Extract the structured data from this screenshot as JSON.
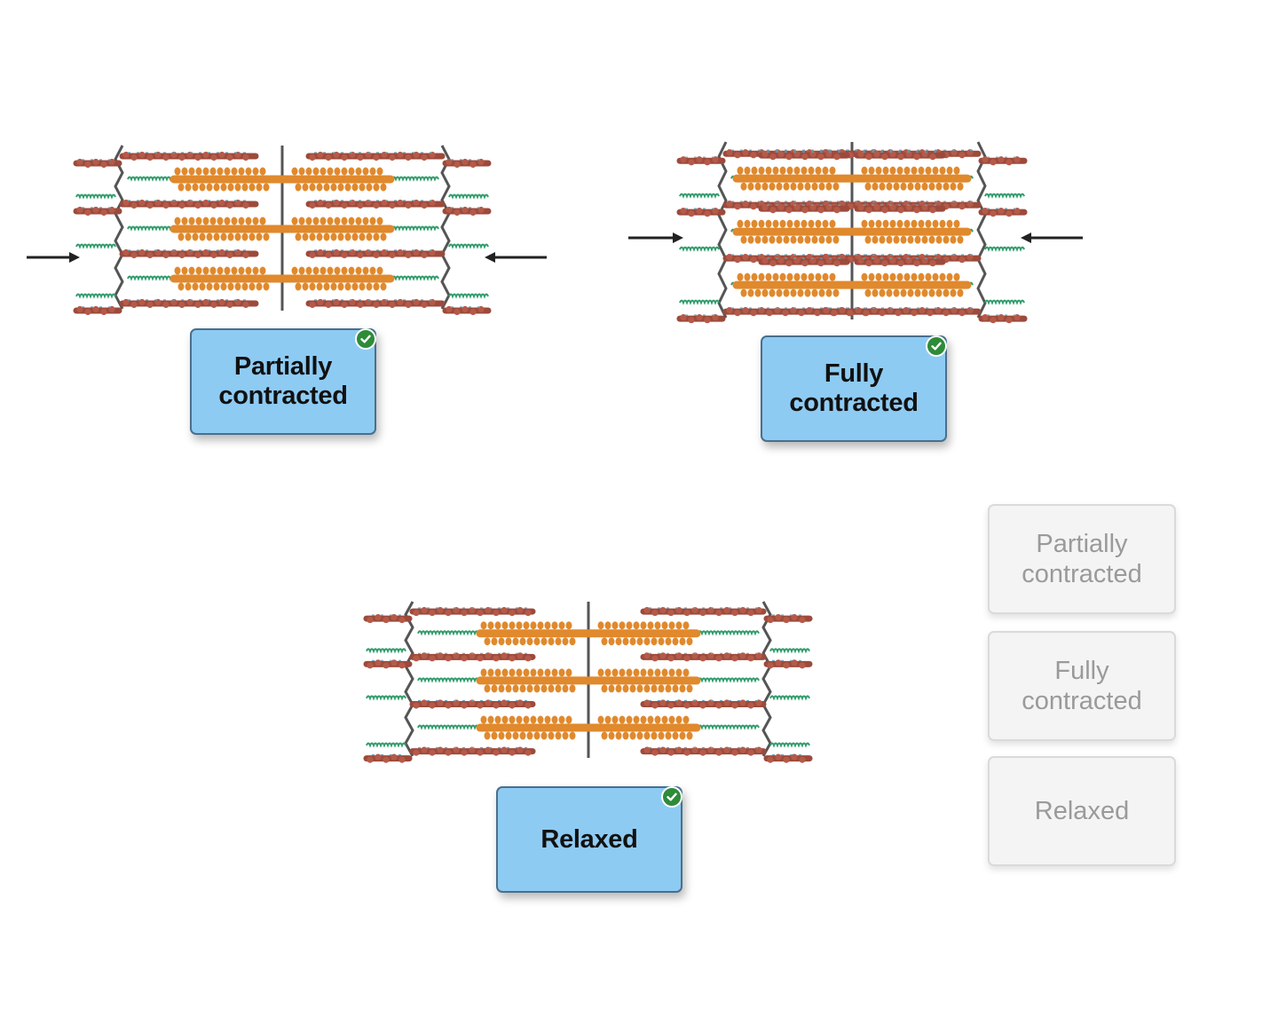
{
  "colors": {
    "drop_box_fill": "#8ecbf3",
    "drop_box_border": "#4a6f8c",
    "check_green": "#2e8b3a",
    "tile_fill": "#f4f4f4",
    "tile_text": "#9a9a9a",
    "myosin": "#e0892d",
    "actin": "#9c4a3c",
    "titin": "#2f9b6a",
    "z_disc": "#555555"
  },
  "diagrams": [
    {
      "state": "partially-contracted",
      "drop_box": {
        "label": "Partially\ncontracted",
        "status_icon": "check-circle-icon",
        "correct": true
      }
    },
    {
      "state": "fully-contracted",
      "drop_box": {
        "label": "Fully\ncontracted",
        "status_icon": "check-circle-icon",
        "correct": true
      }
    },
    {
      "state": "relaxed",
      "drop_box": {
        "label": "Relaxed",
        "status_icon": "check-circle-icon",
        "correct": true
      }
    }
  ],
  "answer_bank": [
    {
      "label": "Partially\ncontracted"
    },
    {
      "label": "Fully\ncontracted"
    },
    {
      "label": "Relaxed"
    }
  ]
}
